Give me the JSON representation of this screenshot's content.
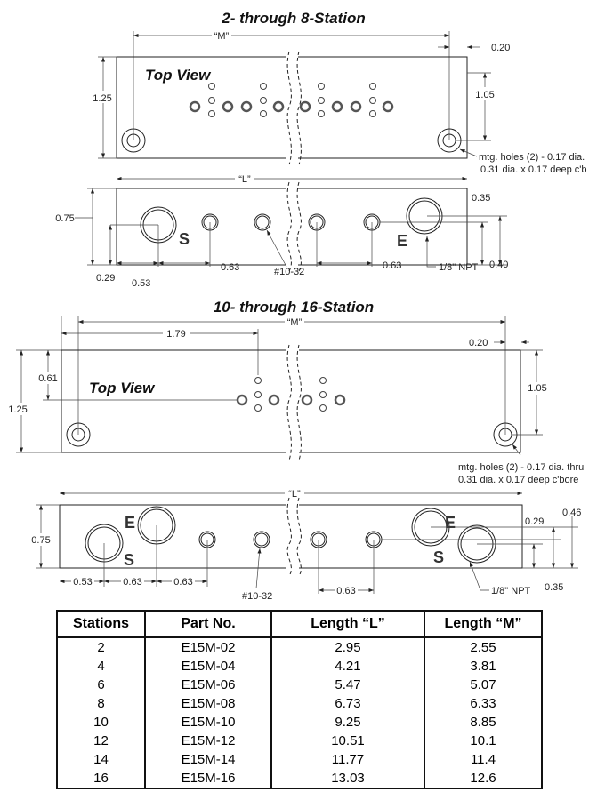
{
  "section1": {
    "title": "2- through 8-Station",
    "top_view_label": "Top View",
    "dims": {
      "m": "“M”",
      "edge": "0.20",
      "height": "1.25",
      "hole_height": "1.05",
      "l": "“L”",
      "front_height": "0.75",
      "port_top": "0.35",
      "port_bottom": "0.40",
      "s_height": "0.29",
      "s_offset": "0.53",
      "pitch_left": "0.63",
      "pitch_right": "0.63"
    },
    "thread_label": "#10-32",
    "npt_label": "1/8\" NPT",
    "s_label": "S",
    "e_label": "E",
    "mount_note": [
      "mtg. holes (2) - 0.17 dia.",
      "0.31 dia. x 0.17 deep c'b"
    ]
  },
  "section2": {
    "title": "10- through 16-Station",
    "top_view_label": "Top View",
    "dims": {
      "m": "“M”",
      "center": "1.79",
      "edge": "0.20",
      "height": "1.25",
      "center_height": "0.61",
      "hole_height": "1.05",
      "l": "“L”",
      "front_height": "0.75",
      "e_height": "0.29",
      "s_height": "0.46",
      "port_bottom": "0.35",
      "s_offset": "0.53",
      "pitch_a": "0.63",
      "pitch_b": "0.63",
      "pitch_right": "0.63"
    },
    "thread_label": "#10-32",
    "npt_label": "1/8\" NPT",
    "s_label": "S",
    "e_label": "E",
    "mount_note": [
      "mtg. holes (2) - 0.17 dia. thru",
      "0.31 dia. x 0.17 deep c'bore"
    ]
  },
  "table": {
    "headers": [
      "Stations",
      "Part No.",
      "Length “L”",
      "Length “M”"
    ],
    "rows": [
      [
        "2",
        "E15M-02",
        "2.95",
        "2.55"
      ],
      [
        "4",
        "E15M-04",
        "4.21",
        "3.81"
      ],
      [
        "6",
        "E15M-06",
        "5.47",
        "5.07"
      ],
      [
        "8",
        "E15M-08",
        "6.73",
        "6.33"
      ],
      [
        "10",
        "E15M-10",
        "9.25",
        "8.85"
      ],
      [
        "12",
        "E15M-12",
        "10.51",
        "10.1"
      ],
      [
        "14",
        "E15M-14",
        "11.77",
        "11.4"
      ],
      [
        "16",
        "E15M-16",
        "13.03",
        "12.6"
      ]
    ]
  }
}
